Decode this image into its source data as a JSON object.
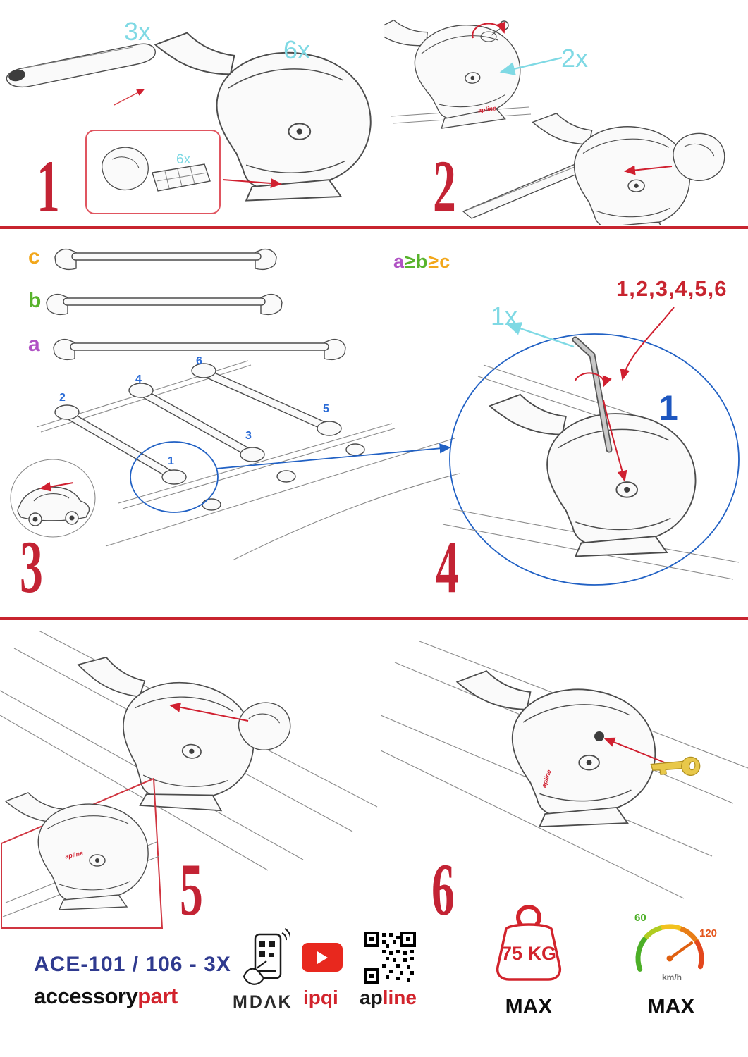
{
  "steps": {
    "s1": "1",
    "s2": "2",
    "s3": "3",
    "s4": "4",
    "s5": "5",
    "s6": "6"
  },
  "quantities": {
    "bar": "3x",
    "foot": "6x",
    "pad": "6x",
    "key": "2x",
    "allen": "1x"
  },
  "step3": {
    "label_a": "a",
    "label_b": "b",
    "label_c": "c",
    "inequality": [
      "a",
      "≥",
      "b",
      "≥",
      "c"
    ],
    "positions": [
      "1",
      "2",
      "3",
      "4",
      "5",
      "6"
    ]
  },
  "step4": {
    "sequence": "1,2,3,4,5,6",
    "highlight": "1"
  },
  "brand_stamp": "apline",
  "footer": {
    "product_code": "ACE-101 / 106 - 3X",
    "brand": {
      "black": "accessory",
      "red": "part"
    },
    "mdak": "MDΛK",
    "ipqi": "ipqi",
    "apline": {
      "black": "ap",
      "red": "line"
    },
    "weight": {
      "value": "75 KG",
      "max": "MAX"
    },
    "speed": {
      "low": "60",
      "high": "120",
      "unit": "km/h",
      "max": "MAX"
    }
  },
  "colors": {
    "red": "#c8242f",
    "cyan": "#7fd9e4",
    "blue": "#2161c4",
    "navy": "#2f3a8f"
  }
}
